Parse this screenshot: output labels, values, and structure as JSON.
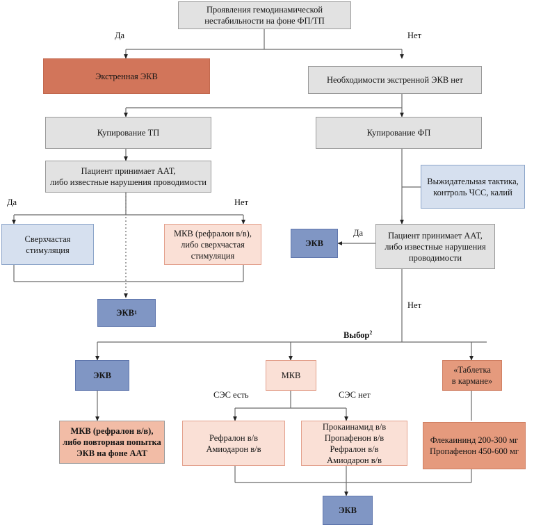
{
  "diagram": {
    "title_text": "Проявления гемодинамической нестабильности на фоне ФП/ТП",
    "palette": {
      "grey": "#e2e2e2",
      "orange": "#d2755a",
      "blue": "#8096c4",
      "light_blue": "#d6e0ef",
      "peach": "#fae0d6",
      "salmon": "#f2bca6",
      "dark_salmon": "#e59a7d",
      "line": "#6b6b6b"
    },
    "nodes": {
      "root": "Проявления гемодинамической\nнестабильности на фоне ФП/ТП",
      "emergency_ecv": "Экстренная ЭКВ",
      "no_emergency_ecv": "Необходимости экстренной ЭКВ нет",
      "stop_tp": "Купирование ТП",
      "stop_fp": "Купирование ФП",
      "patient_aat_left": "Пациент принимает ААТ,\nлибо известные нарушения проводимости",
      "watchful_waiting": "Выжидательная тактика,\nконтроль ЧСС, калий",
      "patient_aat_right": "Пациент принимает ААТ,\nлибо известные нарушения\nпроводимости",
      "ecv_right": "ЭКВ",
      "overdrive_pacing": "Сверхчастая\nстимуляция",
      "mkv_refralon_pacing": "МКВ (рефралон в/в),\nлибо сверхчастая\nстимуляция",
      "ecv_footnote": "ЭКВ",
      "ecv_footnote_sup": "1",
      "ecv_branch": "ЭКВ",
      "mkv": "МКВ",
      "pill_in_pocket": "«Таблетка\nв кармане»",
      "mkv_repeat": "МКВ (рефралон в/в),\nлибо повторная попытка\nЭКВ на фоне ААТ",
      "refralon_amiodarone": "Рефралон в/в\nАмиодарон в/в",
      "procainamide_list": "Прокаинамид в/в\nПропафенон в/в\nРефралон в/в\nАмиодарон в/в",
      "flecainide_doses": "Флекаининд 200-300 мг\nПропафенон 450-600 мг",
      "ecv_final": "ЭКВ"
    },
    "edge_labels": {
      "yes_top": "Да",
      "no_top": "Нет",
      "yes_left": "Да",
      "no_left": "Нет",
      "yes_right": "Да",
      "no_right": "Нет",
      "choice": "Выбор",
      "choice_sup": "2",
      "ses_yes": "СЭС есть",
      "ses_no": "СЭС нет"
    }
  },
  "chart_data": {
    "type": "flowchart",
    "title": "Проявления гемодинамической нестабильности на фоне ФП/ТП",
    "nodes": [
      {
        "id": "root",
        "label": "Проявления гемодинамической нестабильности на фоне ФП/ТП",
        "color": "grey"
      },
      {
        "id": "emergency_ecv",
        "label": "Экстренная ЭКВ",
        "color": "orange"
      },
      {
        "id": "no_emergency_ecv",
        "label": "Необходимости экстренной ЭКВ нет",
        "color": "grey"
      },
      {
        "id": "stop_tp",
        "label": "Купирование ТП",
        "color": "grey"
      },
      {
        "id": "stop_fp",
        "label": "Купирование ФП",
        "color": "grey"
      },
      {
        "id": "patient_aat_left",
        "label": "Пациент принимает ААТ, либо известные нарушения проводимости",
        "color": "grey"
      },
      {
        "id": "watchful_waiting",
        "label": "Выжидательная тактика, контроль ЧСС, калий",
        "color": "light_blue"
      },
      {
        "id": "patient_aat_right",
        "label": "Пациент принимает ААТ, либо известные нарушения проводимости",
        "color": "grey"
      },
      {
        "id": "ecv_right",
        "label": "ЭКВ",
        "color": "blue"
      },
      {
        "id": "overdrive_pacing",
        "label": "Сверхчастая стимуляция",
        "color": "light_blue"
      },
      {
        "id": "mkv_refralon_pacing",
        "label": "МКВ (рефралон в/в), либо сверхчастая стимуляция",
        "color": "peach"
      },
      {
        "id": "ecv_footnote",
        "label": "ЭКВ1",
        "color": "blue"
      },
      {
        "id": "ecv_branch",
        "label": "ЭКВ",
        "color": "blue"
      },
      {
        "id": "mkv",
        "label": "МКВ",
        "color": "peach"
      },
      {
        "id": "pill_in_pocket",
        "label": "«Таблетка в кармане»",
        "color": "dark_salmon"
      },
      {
        "id": "mkv_repeat",
        "label": "МКВ (рефралон в/в), либо повторная попытка ЭКВ на фоне ААТ",
        "color": "salmon"
      },
      {
        "id": "refralon_amiodarone",
        "label": "Рефралон в/в Амиодарон в/в",
        "color": "peach"
      },
      {
        "id": "procainamide_list",
        "label": "Прокаинамид в/в Пропафенон в/в Рефралон в/в Амиодарон в/в",
        "color": "peach"
      },
      {
        "id": "flecainide_doses",
        "label": "Флекаининд 200-300 мг Пропафенон 450-600 мг",
        "color": "dark_salmon"
      },
      {
        "id": "ecv_final",
        "label": "ЭКВ",
        "color": "blue"
      }
    ],
    "edges": [
      {
        "from": "root",
        "to": "emergency_ecv",
        "label": "Да"
      },
      {
        "from": "root",
        "to": "no_emergency_ecv",
        "label": "Нет"
      },
      {
        "from": "emergency_ecv",
        "to": "stop_tp",
        "label": ""
      },
      {
        "from": "no_emergency_ecv",
        "to": "stop_tp",
        "label": ""
      },
      {
        "from": "no_emergency_ecv",
        "to": "stop_fp",
        "label": ""
      },
      {
        "from": "stop_tp",
        "to": "patient_aat_left",
        "label": ""
      },
      {
        "from": "patient_aat_left",
        "to": "overdrive_pacing",
        "label": "Да"
      },
      {
        "from": "patient_aat_left",
        "to": "mkv_refralon_pacing",
        "label": "Нет"
      },
      {
        "from": "overdrive_pacing",
        "to": "ecv_footnote",
        "label": ""
      },
      {
        "from": "mkv_refralon_pacing",
        "to": "ecv_footnote",
        "label": ""
      },
      {
        "from": "stop_fp",
        "to": "watchful_waiting",
        "label": ""
      },
      {
        "from": "stop_fp",
        "to": "patient_aat_right",
        "label": ""
      },
      {
        "from": "patient_aat_right",
        "to": "ecv_right",
        "label": "Да"
      },
      {
        "from": "patient_aat_right",
        "to": "ecv_branch",
        "label": "Нет / Выбор2"
      },
      {
        "from": "patient_aat_right",
        "to": "mkv",
        "label": "Выбор2"
      },
      {
        "from": "patient_aat_right",
        "to": "pill_in_pocket",
        "label": "Выбор2"
      },
      {
        "from": "ecv_branch",
        "to": "mkv_repeat",
        "label": ""
      },
      {
        "from": "mkv",
        "to": "refralon_amiodarone",
        "label": "СЭС есть"
      },
      {
        "from": "mkv",
        "to": "procainamide_list",
        "label": "СЭС нет"
      },
      {
        "from": "pill_in_pocket",
        "to": "flecainide_doses",
        "label": ""
      },
      {
        "from": "refralon_amiodarone",
        "to": "ecv_final",
        "label": ""
      },
      {
        "from": "procainamide_list",
        "to": "ecv_final",
        "label": ""
      },
      {
        "from": "flecainide_doses",
        "to": "ecv_final",
        "label": ""
      }
    ]
  }
}
